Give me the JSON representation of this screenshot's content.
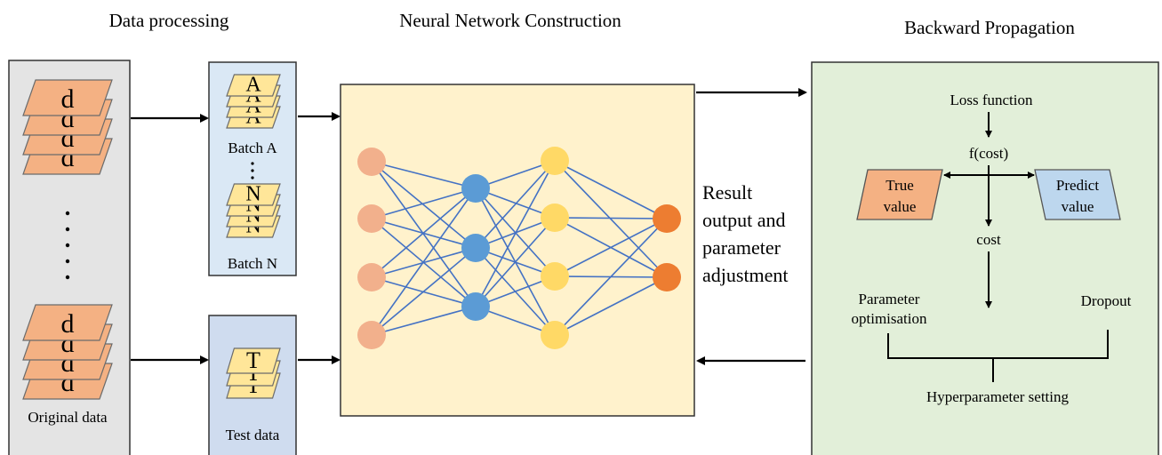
{
  "titles": {
    "data_processing": "Data processing",
    "nn_construction": "Neural Network Construction",
    "backward": "Backward Propagation"
  },
  "original": {
    "label": "Original data",
    "glyph": "d",
    "ellipsis": "⋮"
  },
  "batches": {
    "a_label": "Batch A",
    "a_glyph": "A",
    "n_label": "Batch N",
    "n_glyph": "N",
    "ellipsis": "⋮"
  },
  "test": {
    "label": "Test data",
    "glyph": "T"
  },
  "result_text": [
    "Result",
    "output and",
    "parameter",
    "adjustment"
  ],
  "backprop": {
    "loss_function": "Loss function",
    "f_cost": "f(cost)",
    "true_value": [
      "True",
      "value"
    ],
    "predict_value": [
      "Predict",
      "value"
    ],
    "cost": "cost",
    "param_opt": [
      "Parameter",
      "optimisation"
    ],
    "dropout": "Dropout",
    "hyper": "Hyperparameter setting"
  },
  "network": {
    "layers": [
      {
        "name": "input",
        "nodes": 4,
        "color": "#f2b08c"
      },
      {
        "name": "hidden-1",
        "nodes": 3,
        "color": "#5b9bd5"
      },
      {
        "name": "hidden-2",
        "nodes": 4,
        "color": "#ffd966"
      },
      {
        "name": "output",
        "nodes": 2,
        "color": "#ed7d31"
      }
    ],
    "edge_color": "#4472c4"
  },
  "colors": {
    "panel_gray": "#e4e4e4",
    "batch_blue": "#dae8f5",
    "test_blue": "#cfdcef",
    "nn_bg": "#fff2cc",
    "bp_green": "#e2efd9",
    "card_orange": "#f4b183",
    "card_yellow": "#ffe699",
    "predict_blue": "#bdd7ee"
  }
}
